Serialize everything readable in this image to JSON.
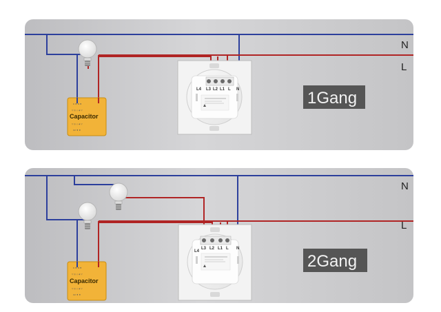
{
  "diagrams": [
    {
      "gang_label": "1Gang",
      "neutral_label": "N",
      "live_label": "L",
      "capacitor_label": "Capacitor",
      "terminals": [
        "L3",
        "L2",
        "L1",
        "L"
      ],
      "side_terminal": "N",
      "load_terminal": "L4"
    },
    {
      "gang_label": "2Gang",
      "neutral_label": "N",
      "live_label": "L",
      "capacitor_label": "Capacitor",
      "terminals": [
        "L3",
        "L2",
        "L1",
        "L"
      ],
      "side_terminal": "N",
      "load_terminal": "L4"
    }
  ],
  "colors": {
    "neutral_wire": "#2c3f9c",
    "live_wire": "#b02424",
    "panel": "#c9c9cb",
    "capacitor": "#f2b338",
    "gang_badge": "#555555"
  }
}
